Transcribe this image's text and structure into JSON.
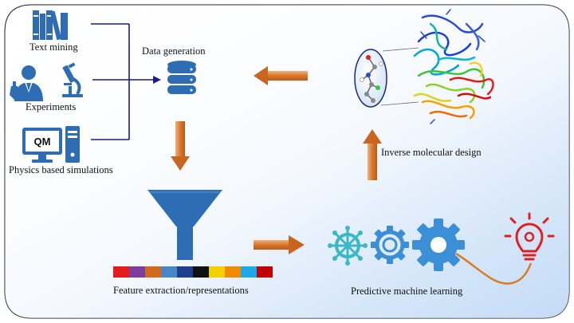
{
  "labels": {
    "text_mining": "Text mining",
    "experiments": "Experiments",
    "physics": "Physics based simulations",
    "data_generation": "Data generation",
    "feature_extraction": "Feature extraction/representations",
    "predictive_ml": "Predictive machine learning",
    "inverse_design": "Inverse molecular design",
    "qm": "QM"
  },
  "colors": {
    "background_gradient": [
      "#ffffff",
      "#bcd6ef"
    ],
    "icon_blue": "#2e6db4",
    "line_navy": "#1a1a8c",
    "arrow_orange": "#d9772b",
    "teal": "#3bb8c7",
    "gear_blue": "#3b8fd6",
    "bulb_red": "#e02020",
    "wire_orange": "#d97b1f"
  },
  "feature_strip": [
    "#e41a1c",
    "#7b3fa0",
    "#d2691e",
    "#4a86c5",
    "#1f3f8c",
    "#111111",
    "#f5d000",
    "#f08a00",
    "#1ea8e8",
    "#c00000"
  ],
  "icons": [
    "books-icon",
    "scientist-icon",
    "microscope-icon",
    "computer-icon",
    "database-icon",
    "funnel-icon",
    "helm-icon",
    "gear-outline-icon",
    "gear-solid-icon",
    "lightbulb-icon",
    "protein-icon",
    "molecule-icon"
  ]
}
